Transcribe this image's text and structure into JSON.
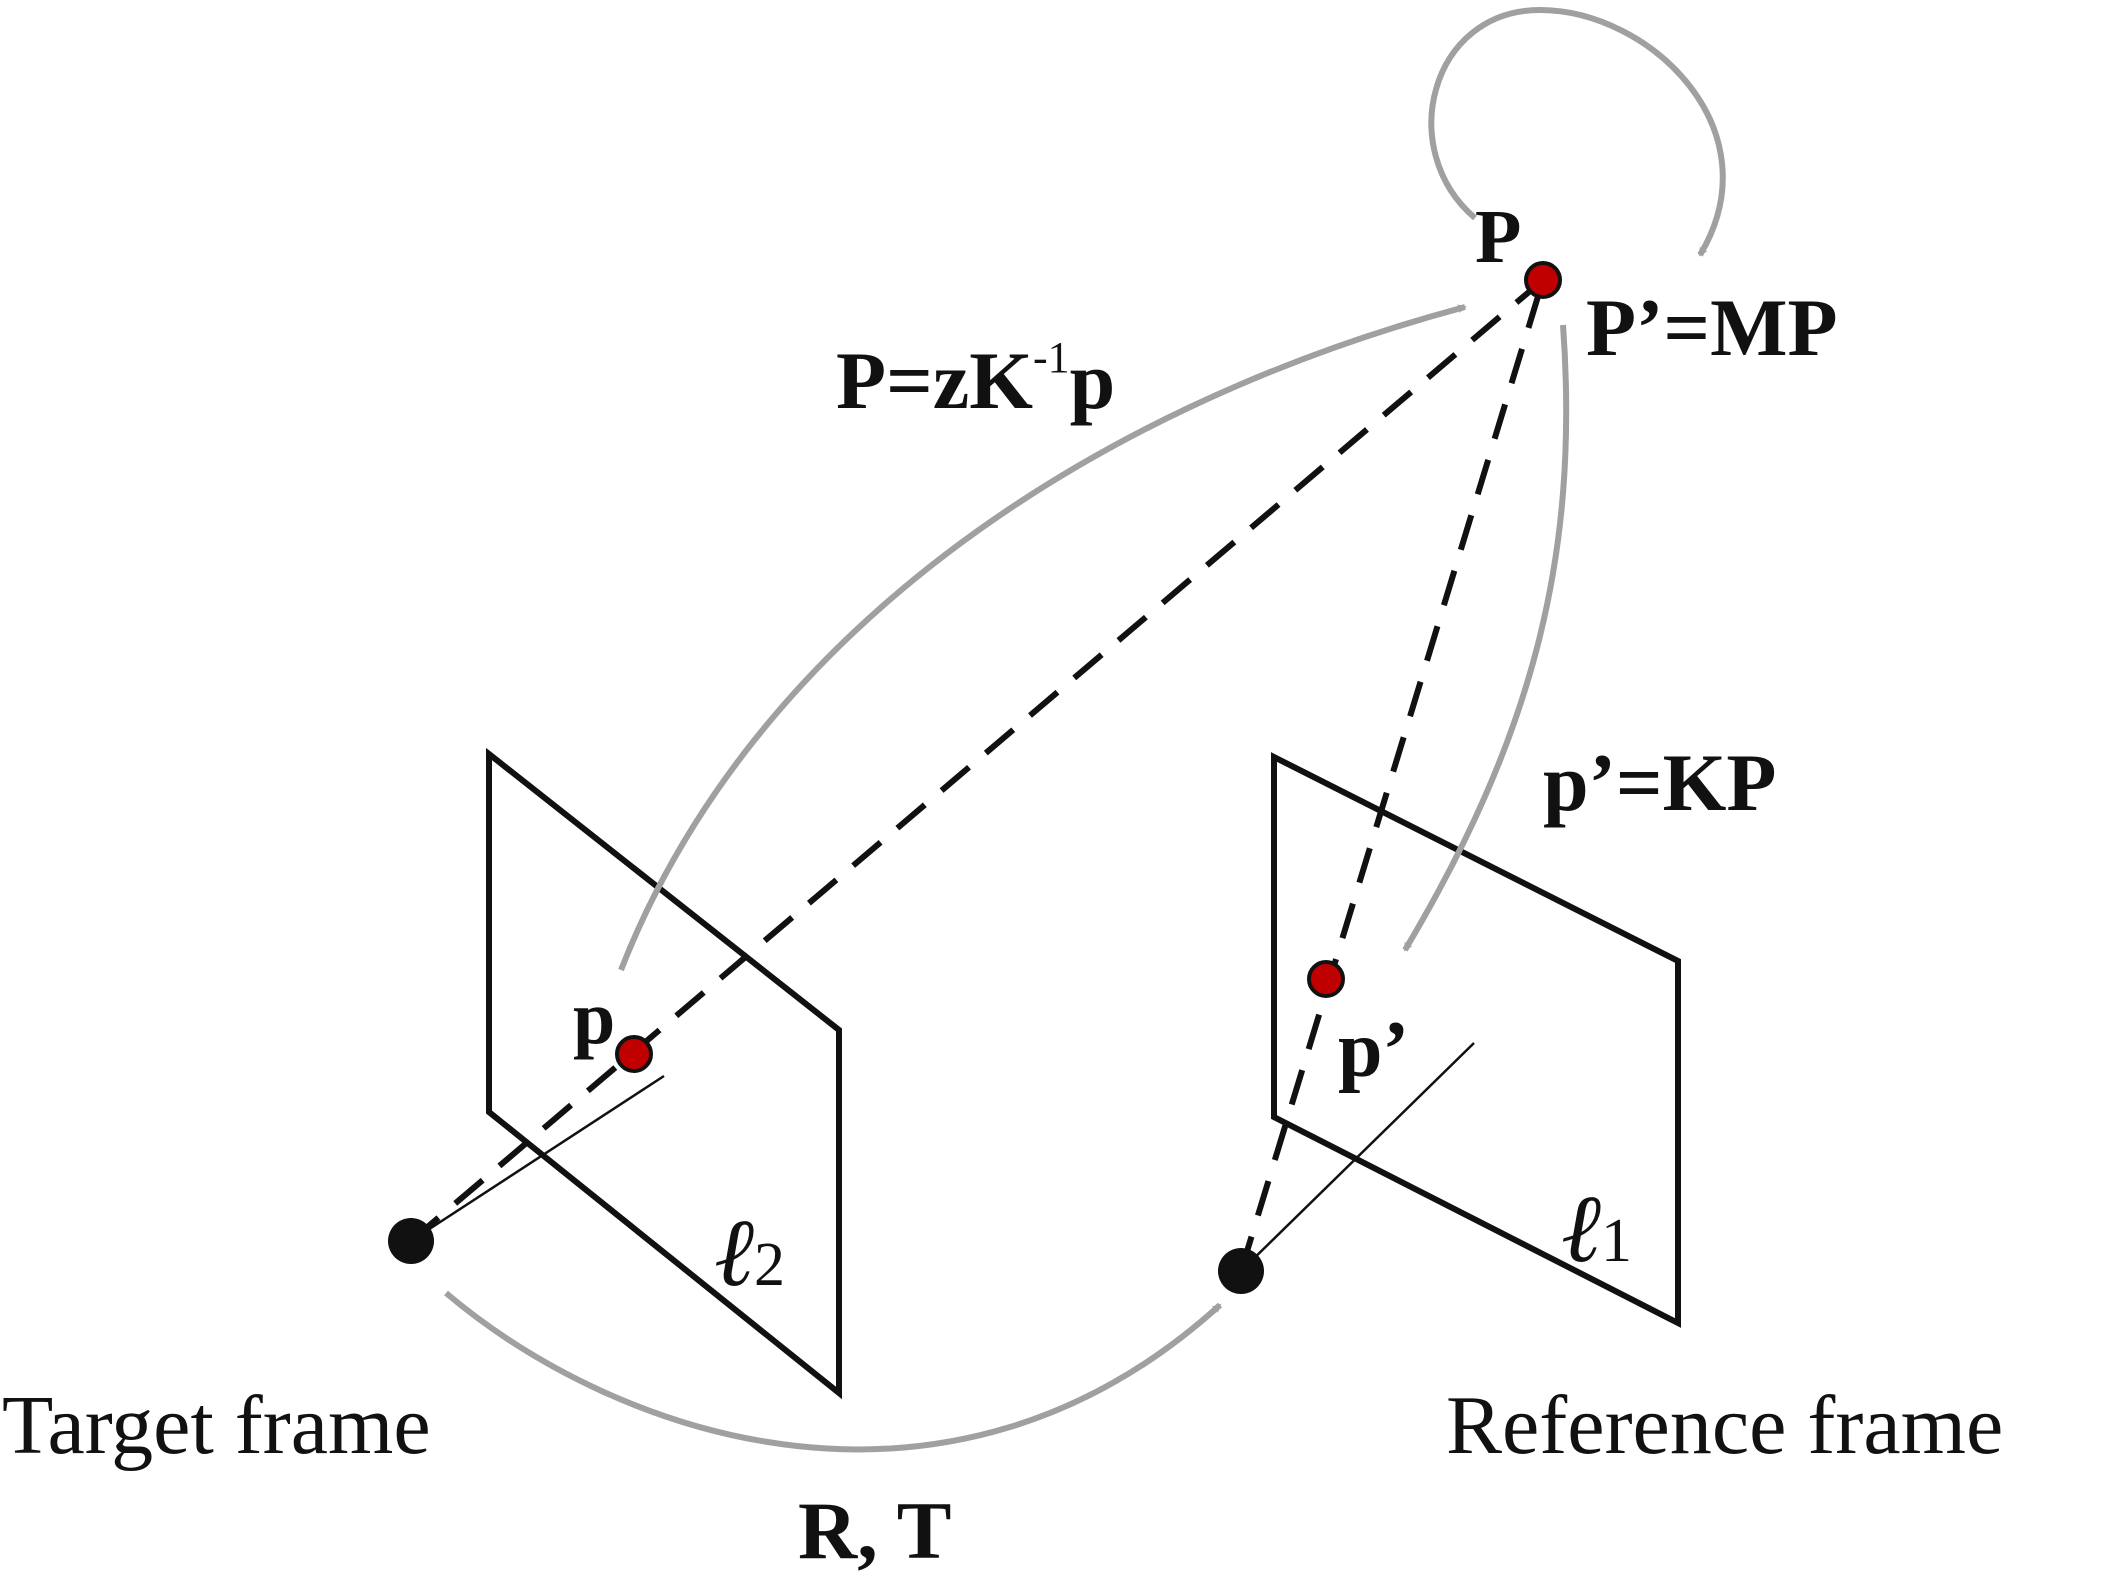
{
  "colors": {
    "ink": "#111111",
    "arrow_gray": "#a0a0a0",
    "point_red": "#c00000",
    "background": "#ffffff"
  },
  "labels": {
    "point_P": "P",
    "point_p": "p",
    "point_p_prime": "p’",
    "eq_backproject": "P=zK",
    "eq_backproject_sup": "-1",
    "eq_backproject_tail": "p",
    "eq_transform": "P’=MP",
    "eq_project": "p’=KP",
    "motion": "R, T",
    "target_frame": "Target frame",
    "reference_frame": "Reference frame",
    "plane_target_symbol": "ℓ",
    "plane_target_sub": "2",
    "plane_reference_symbol": "ℓ",
    "plane_reference_sub": "1"
  },
  "icons": {
    "camera_center": "filled-black-dot",
    "point_marker": "red-dot-with-black-outline"
  }
}
